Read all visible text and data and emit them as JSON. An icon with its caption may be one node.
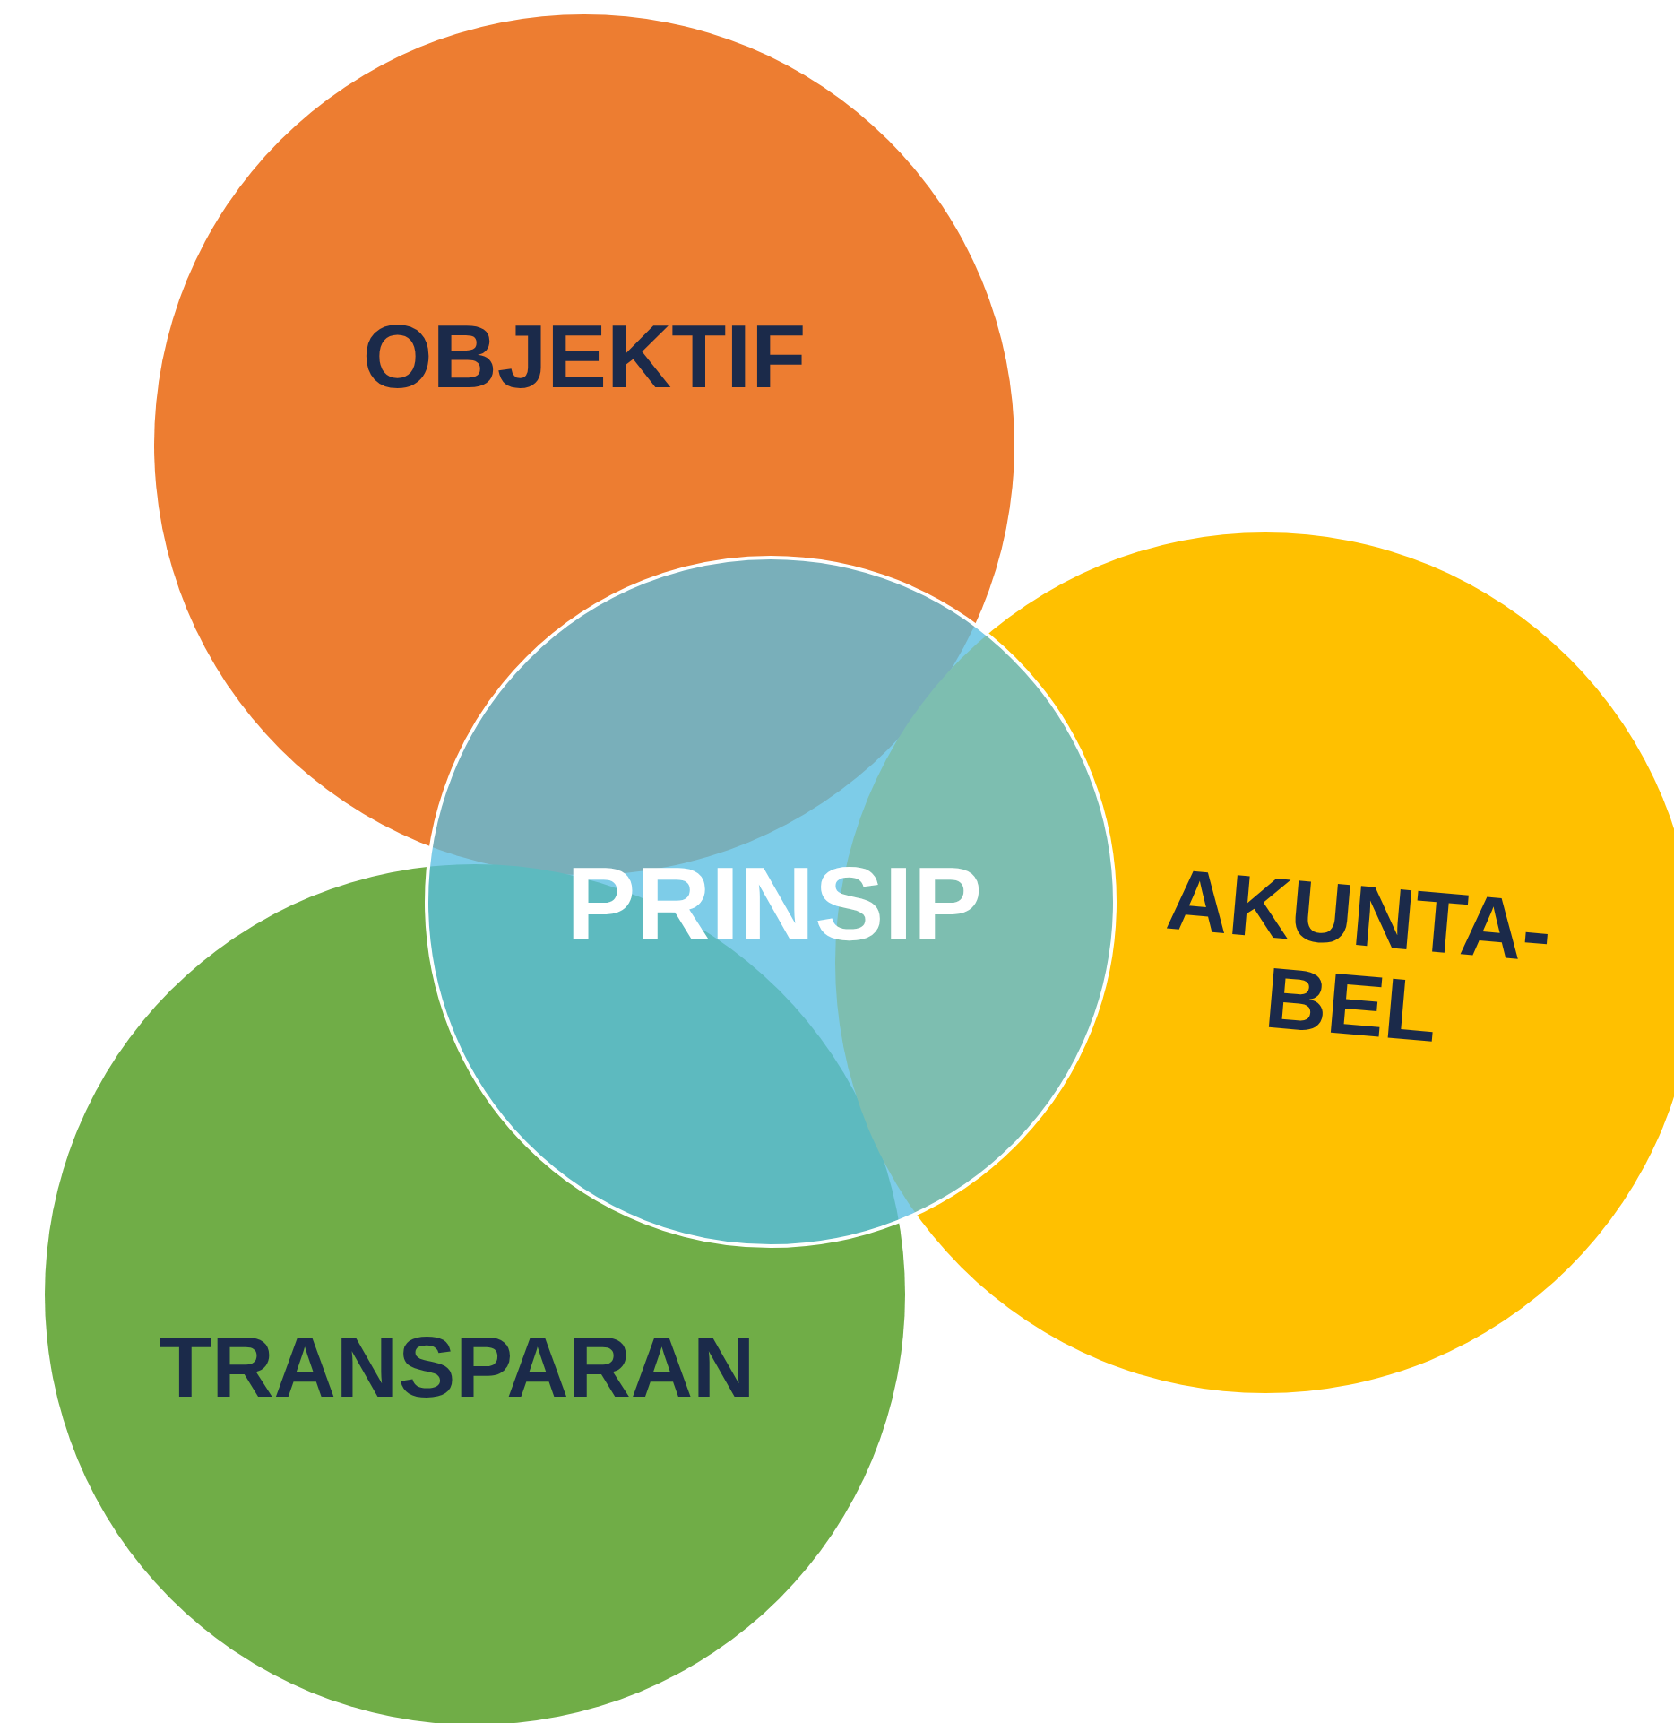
{
  "diagram": {
    "nodes": [
      {
        "text": [
          "OBJEKTIF"
        ]
      },
      {
        "text": [
          "PRINSIP"
        ]
      },
      {
        "text": [
          "AKUNTA- BEL"
        ]
      },
      {
        "text": [
          "TRANSPARAN"
        ]
      }
    ]
  }
}
